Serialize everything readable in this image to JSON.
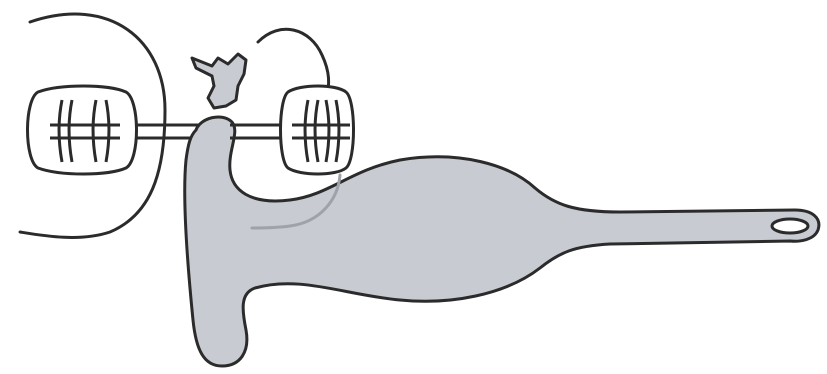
{
  "diagram": {
    "colors": {
      "outline": "#2b2b2b",
      "fill": "#c8cbd2",
      "background": "#ffffff",
      "hidden_edge": "#9ea2a9"
    },
    "parts": [
      "left-cord-loop",
      "right-cord-loop",
      "left-button-pad",
      "right-button-pad",
      "connecting-bars",
      "retractor-stem",
      "retractor-body",
      "retractor-handle",
      "handle-eyelet",
      "tissue-tag"
    ]
  }
}
